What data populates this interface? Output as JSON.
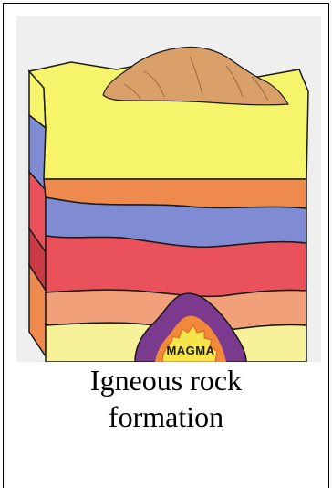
{
  "diagram": {
    "magma_label": "MAGMA",
    "caption_line1": "Igneous rock",
    "caption_line2": "formation",
    "colors": {
      "background": "#efefef",
      "surface_yellow": "#f6f46a",
      "orange_layer": "#ee8a4e",
      "blue_layer": "#7f8bd2",
      "red_layer": "#e9525a",
      "salmon_layer": "#f2a07a",
      "light_yellow_layer": "#f7f29a",
      "mountain": "#d9a06a",
      "magma_outer": "#7c3a8e",
      "magma_inner": "#f7e44a",
      "magma_glow": "#f08a3a",
      "outline": "#1a1a1a"
    }
  }
}
